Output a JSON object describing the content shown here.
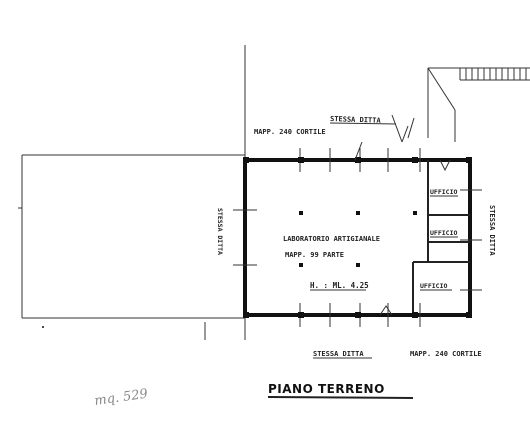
{
  "labels": {
    "stessa_ditta_top": "STESSA DITTA",
    "mapp_240_top": "MAPP. 240 CORTILE",
    "ufficio_1": "UFFICIO",
    "ufficio_2": "UFFICIO",
    "ufficio_3": "UFFICIO",
    "stessa_ditta_right": "STESSA DITTA",
    "stessa_ditta_left": "STESSA DITTA",
    "lab_title": "LABORATORIO ARTIGIANALE",
    "lab_mapp": "MAPP. 99 PARTE",
    "lab_height": "H. : ML. 4.25",
    "stessa_ditta_bottom": "STESSA DITTA",
    "mapp_240_bottom": "MAPP. 240 CORTILE",
    "plan_title": "PIANO TERRENO",
    "handwritten_note": "mq. 529"
  },
  "colors": {
    "ink": "#111111",
    "paper": "#ffffff"
  }
}
